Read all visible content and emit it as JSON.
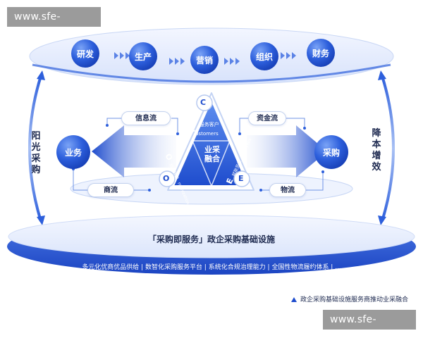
{
  "watermark": {
    "top": "www.sfe-iems.com",
    "bottom": "www.sfe-iems.com"
  },
  "chain": [
    "研发",
    "生产",
    "营销",
    "组织",
    "财务"
  ],
  "left_vertical": "阳光采购",
  "right_vertical": "降本增效",
  "flows": {
    "info": "信息流",
    "capital": "资金流",
    "commerce": "商流",
    "logistics": "物流"
  },
  "nodes": {
    "business": "业务",
    "procurement": "采购"
  },
  "triangle": {
    "center": "业采融合",
    "c_letter": "C",
    "c_label_cn": "服务客户",
    "c_label_en": "ustomers",
    "o_letter": "O",
    "o_label_cn": "组织效能",
    "o_label_en": "rganization",
    "e_letter": "E",
    "e_label_cn": "赋能员工",
    "e_label_en": "mployees",
    "circle_c": "C",
    "circle_o": "O",
    "circle_e": "E"
  },
  "platform": {
    "title": "「采购即服务」政企采购基础设施",
    "features": "多元化优商优品供给 | 数智化采购服务平台 | 系统化合规治理能力 | 全国性物流履约体系 | ..."
  },
  "caption": "政企采购基础设施服务商推动业采融合",
  "colors": {
    "primary": "#1e4ccd",
    "light": "#8fb0f0",
    "dark_text": "#1e2a50"
  }
}
